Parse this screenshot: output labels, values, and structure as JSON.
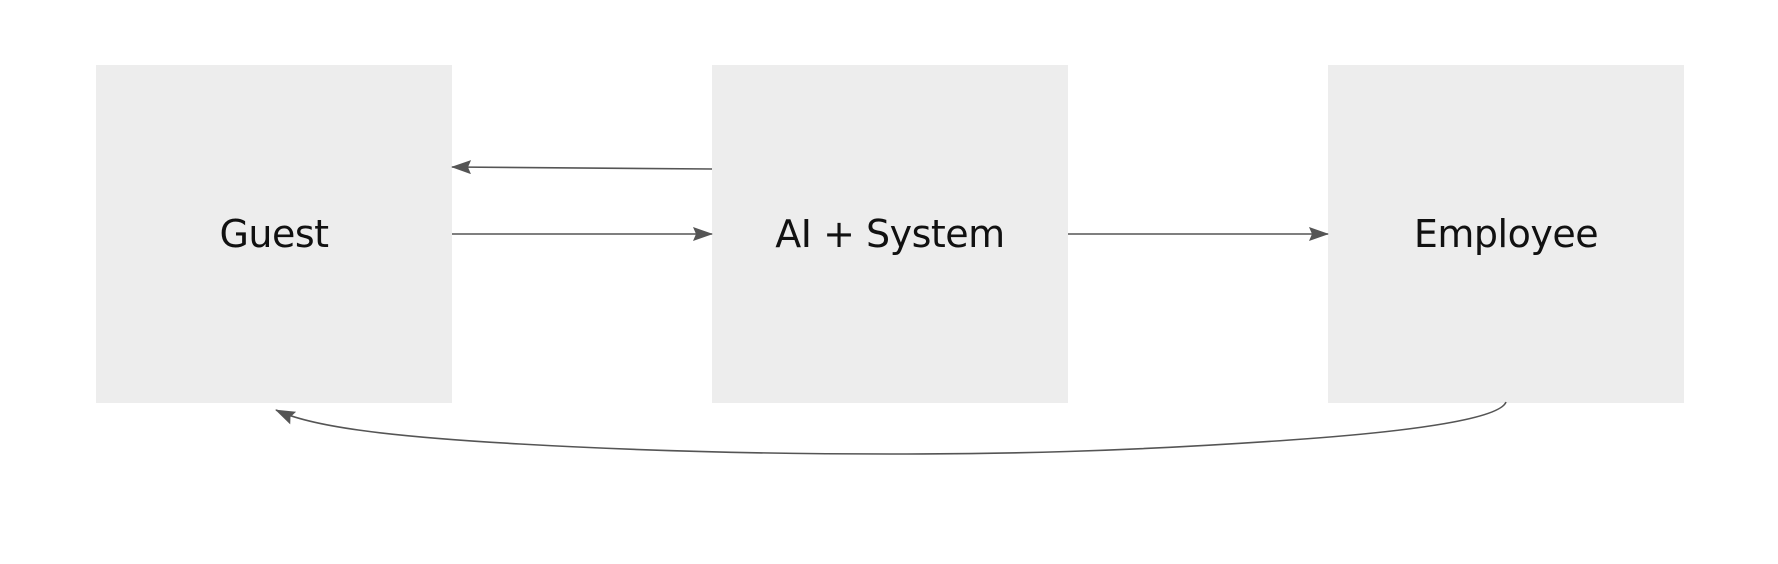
{
  "diagram": {
    "colors": {
      "node_fill": "#ededed",
      "edge_stroke": "#555555",
      "label_color": "#111111"
    },
    "nodes": [
      {
        "id": "guest",
        "label": "Guest"
      },
      {
        "id": "ai",
        "label": "AI + System"
      },
      {
        "id": "employee",
        "label": "Employee"
      }
    ],
    "edges": [
      {
        "from": "ai",
        "to": "guest"
      },
      {
        "from": "guest",
        "to": "ai"
      },
      {
        "from": "ai",
        "to": "employee"
      },
      {
        "from": "employee",
        "to": "guest"
      }
    ]
  }
}
